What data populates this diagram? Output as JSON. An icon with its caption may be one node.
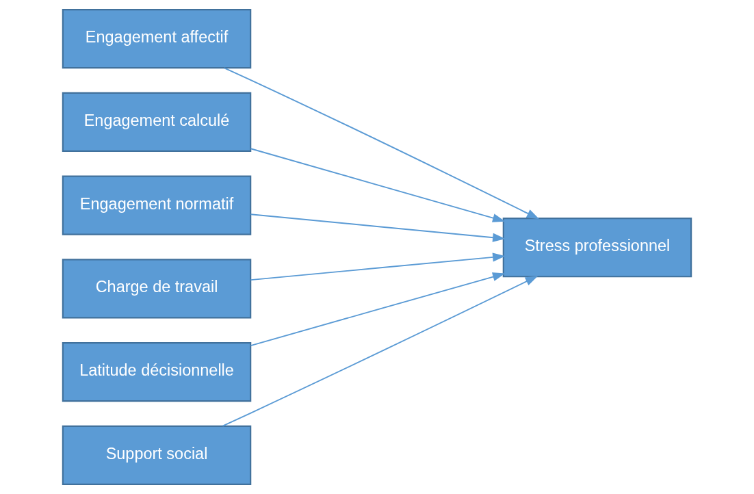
{
  "diagram": {
    "nodes": [
      {
        "text": [
          "Engagement affectif"
        ]
      },
      {
        "text": [
          "Engagement calculé"
        ]
      },
      {
        "text": [
          "Engagement normatif"
        ]
      },
      {
        "text": [
          "Charge de travail"
        ]
      },
      {
        "text": [
          "Latitude décisionnelle"
        ]
      },
      {
        "text": [
          "Support social"
        ]
      },
      {
        "text": [
          "Stress professionnel"
        ]
      }
    ],
    "edges": [
      {
        "from": 0,
        "to": 6,
        "arrow": "to"
      },
      {
        "from": 1,
        "to": 6,
        "arrow": "to"
      },
      {
        "from": 2,
        "to": 6,
        "arrow": "to"
      },
      {
        "from": 3,
        "to": 6,
        "arrow": "to"
      },
      {
        "from": 4,
        "to": 6,
        "arrow": "to"
      },
      {
        "from": 5,
        "to": 6,
        "arrow": "to"
      }
    ]
  }
}
